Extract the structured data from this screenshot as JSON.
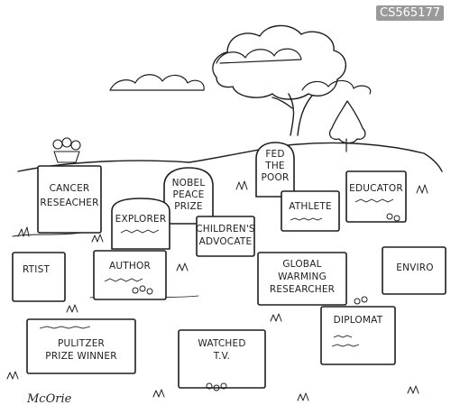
{
  "watermark": "CS565177",
  "signature": "McOrie",
  "headstones": {
    "cancer_researcher": [
      "CANCER",
      "RESEACHER"
    ],
    "nobel_peace_prize": [
      "NOBEL",
      "PEACE",
      "PRIZE"
    ],
    "fed_the_poor": [
      "FED",
      "THE",
      "POOR"
    ],
    "educator": [
      "EDUCATOR"
    ],
    "explorer": [
      "EXPLORER"
    ],
    "childrens_advocate": [
      "CHILDREN'S",
      "ADVOCATE"
    ],
    "athlete": [
      "ATHLETE"
    ],
    "artist": [
      "RTIST"
    ],
    "author": [
      "AUTHOR"
    ],
    "global_warming_researcher": [
      "GLOBAL",
      "WARMING",
      "RESEARCHER"
    ],
    "environmentalist": [
      "ENVIRO"
    ],
    "pulitzer_prize_winner": [
      "PULITZER",
      "PRIZE WINNER"
    ],
    "watched_tv": [
      "WATCHED",
      "T.V."
    ],
    "diplomat": [
      "DIPLOMAT"
    ]
  }
}
